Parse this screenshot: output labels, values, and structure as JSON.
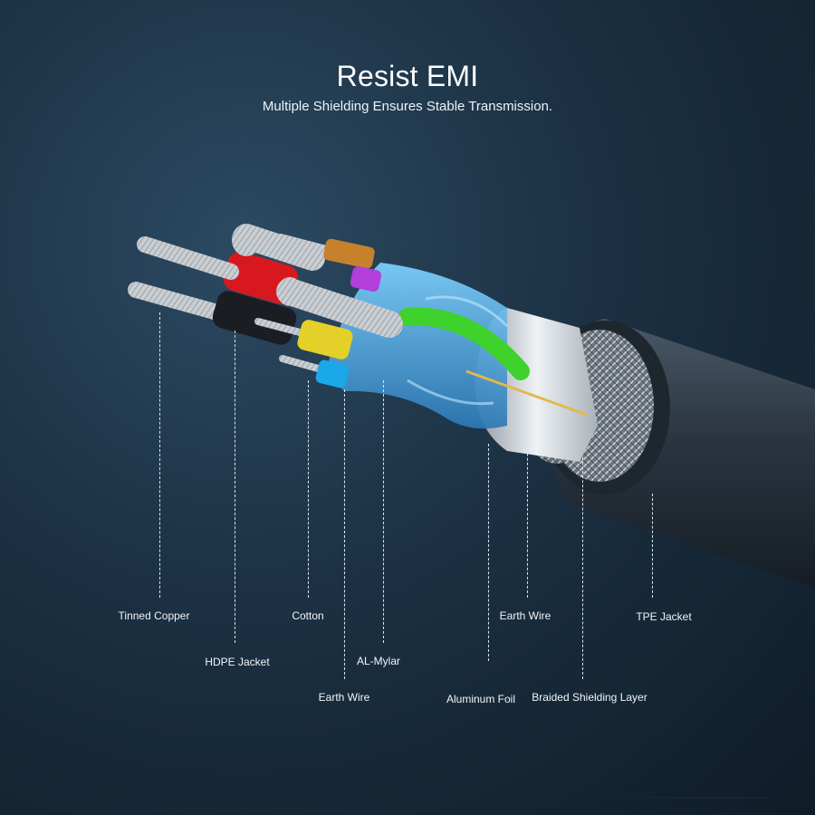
{
  "header": {
    "title": "Resist EMI",
    "subtitle": "Multiple Shielding Ensures Stable Transmission."
  },
  "labels": {
    "tinned_copper": "Tinned Copper",
    "hdpe_jacket": "HDPE Jacket",
    "cotton": "Cotton",
    "earth_wire_left": "Earth Wire",
    "al_mylar": "AL-Mylar",
    "aluminum_foil": "Aluminum Foil",
    "earth_wire_right": "Earth Wire",
    "braided_shielding": "Braided Shielding Layer",
    "tpe_jacket": "TPE Jacket"
  },
  "colors": {
    "red": "#d7191f",
    "yellow": "#e4d028",
    "green": "#3fd12c",
    "blue": "#1aa8e8",
    "purple": "#b23fd9",
    "orange": "#c7812c",
    "black": "#1a1d22",
    "tpe": "#2a3540",
    "background": "#1b3042"
  },
  "icons": {
    "cable": "hdmi-cable-cross-section"
  }
}
